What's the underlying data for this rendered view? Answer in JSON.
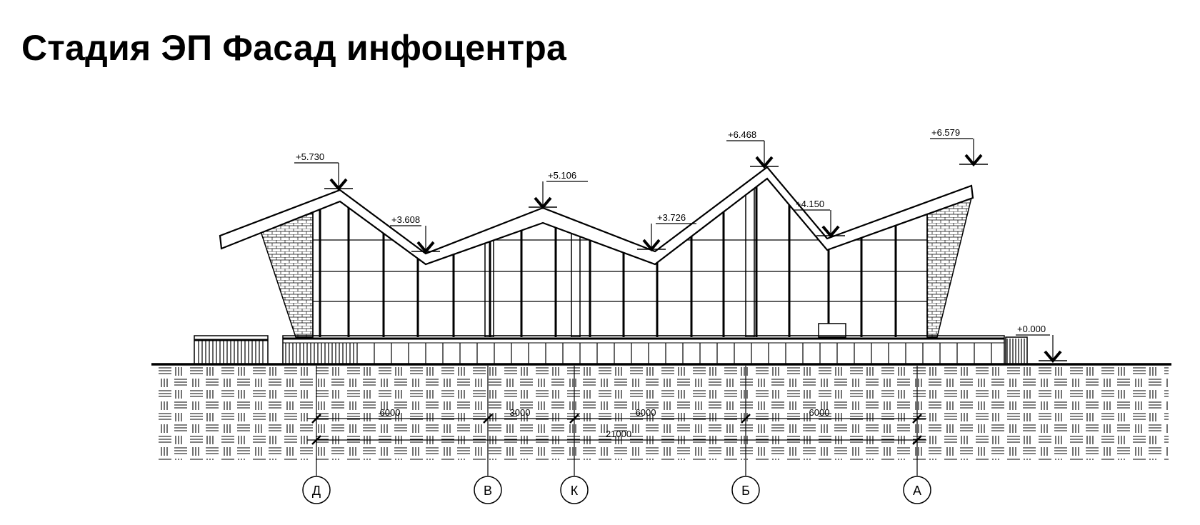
{
  "page": {
    "title": "Стадия ЭП Фасад инфоцентра"
  },
  "elevations": [
    "+5.730",
    "+3.608",
    "+5.106",
    "+3.726",
    "+6.468",
    "+4.150",
    "+6.579",
    "+0.000"
  ],
  "dimensions": [
    "6000",
    "3000",
    "6000",
    "6000",
    "21000"
  ],
  "axes": [
    "Д",
    "В",
    "К",
    "Б",
    "А"
  ],
  "colors": {
    "line": "#000000",
    "background": "#ffffff"
  }
}
